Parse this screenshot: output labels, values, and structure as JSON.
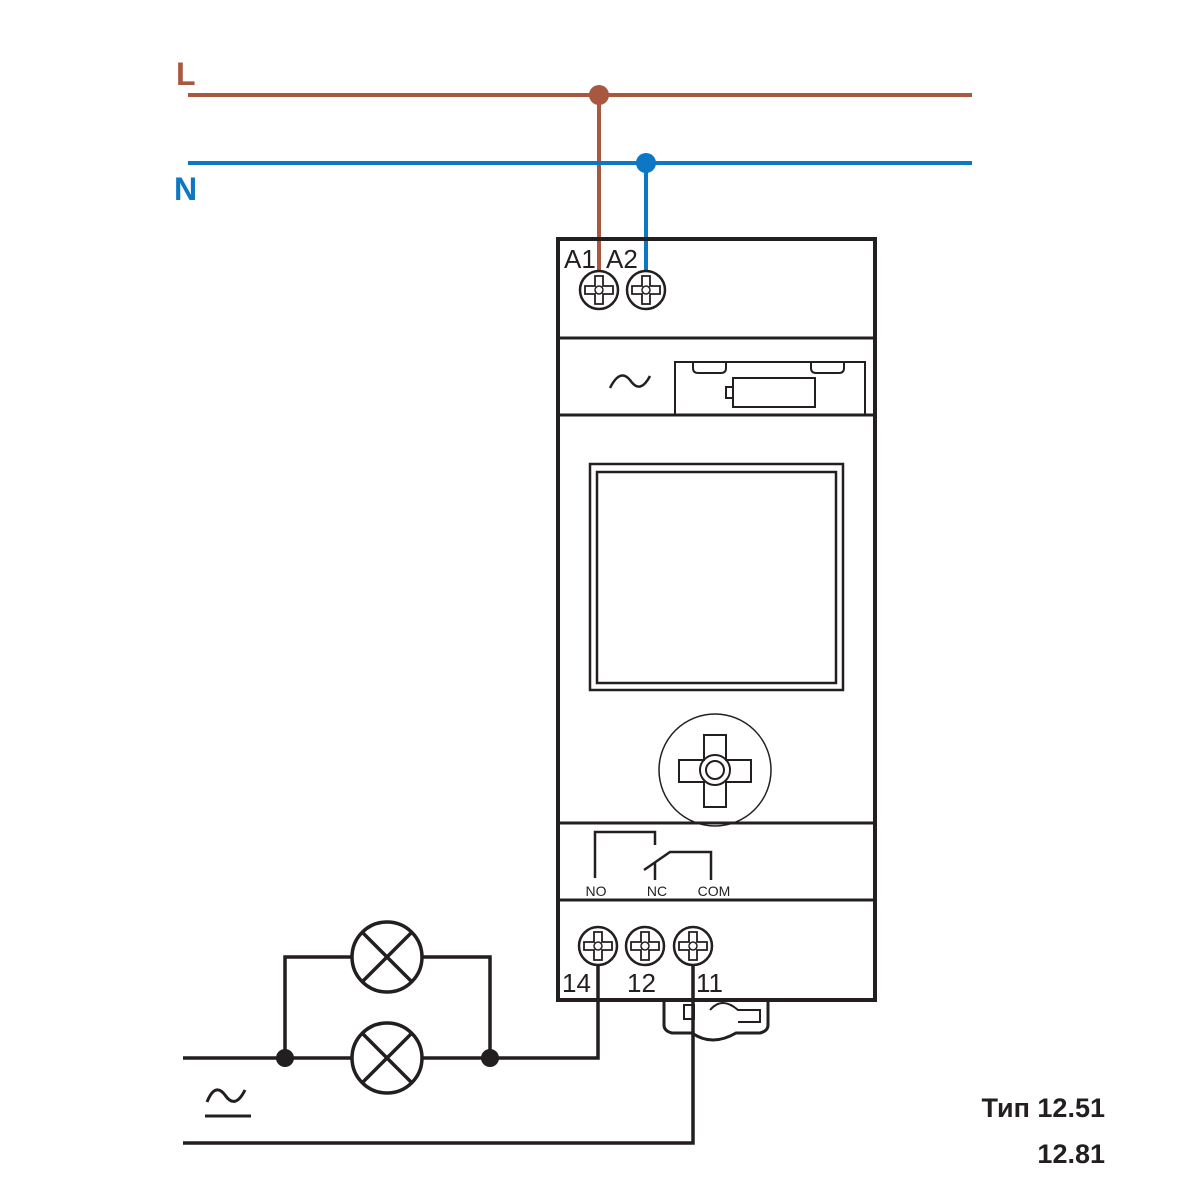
{
  "lines": {
    "phase": {
      "label": "L",
      "color": "#a8583f"
    },
    "neutral": {
      "label": "N",
      "color": "#0b77c5"
    }
  },
  "device": {
    "supply_terminals": [
      "A1",
      "A2"
    ],
    "output_terminals": [
      "14",
      "12",
      "11"
    ],
    "contact_labels": [
      "NO",
      "NC",
      "COM"
    ]
  },
  "caption": {
    "line1": "Тип 12.51",
    "line2": "12.81"
  },
  "colors": {
    "stroke": "#231f20"
  }
}
